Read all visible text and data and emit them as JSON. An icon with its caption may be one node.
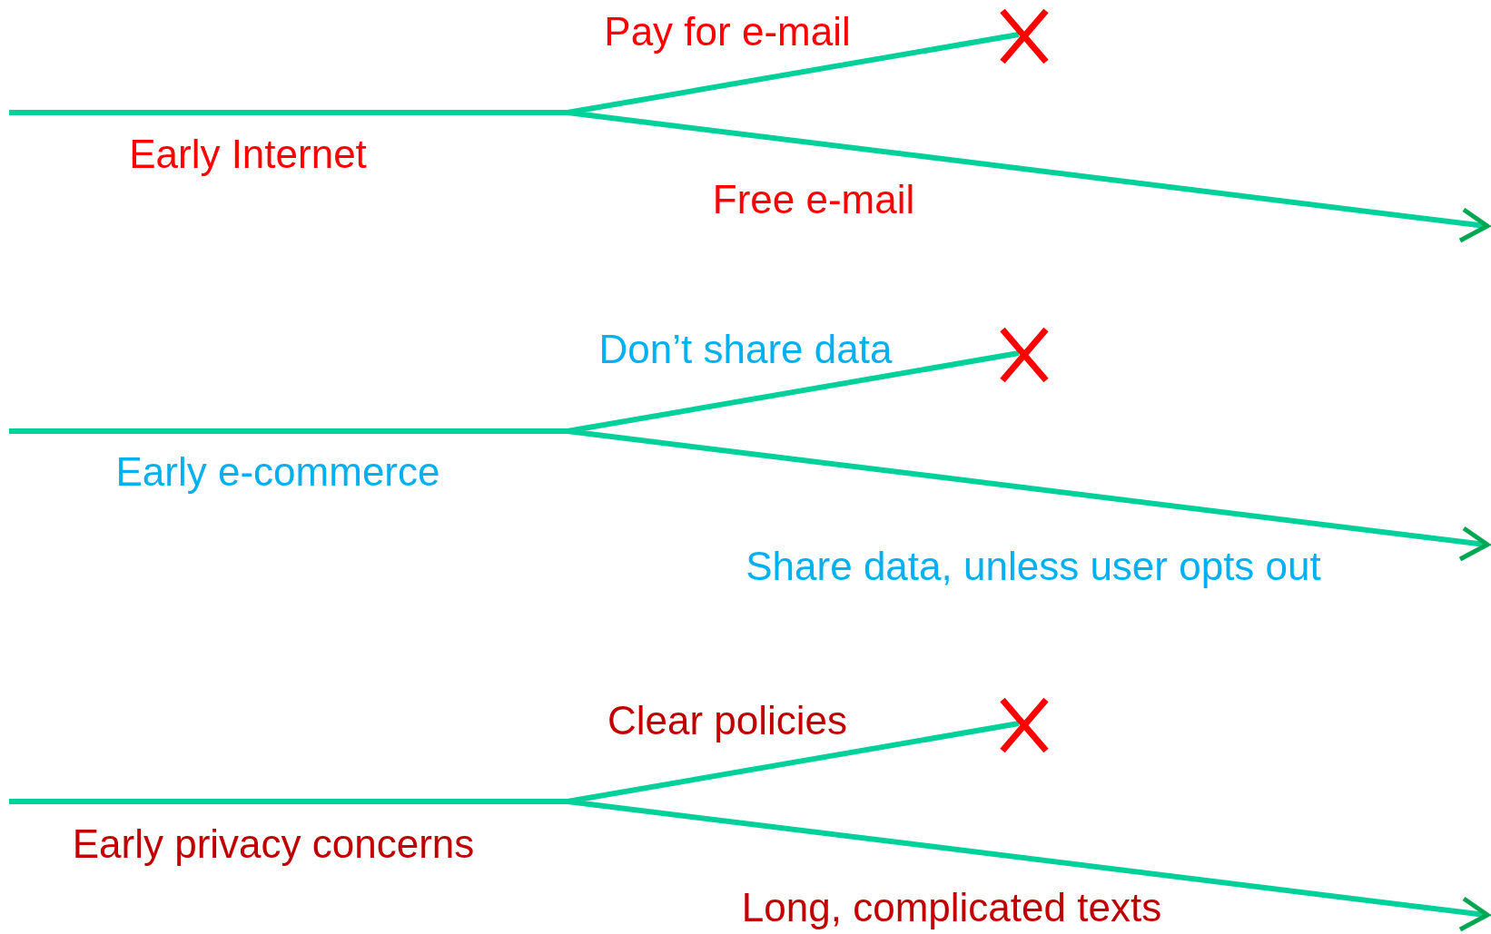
{
  "diagram": {
    "labels": [
      "Pay for e-mail",
      "Early Internet",
      "Free e-mail",
      "Don’t share data",
      "Early e-commerce",
      "Share data, unless user opts out",
      "Clear policies",
      "Early privacy concerns",
      "Long, complicated texts"
    ]
  }
}
